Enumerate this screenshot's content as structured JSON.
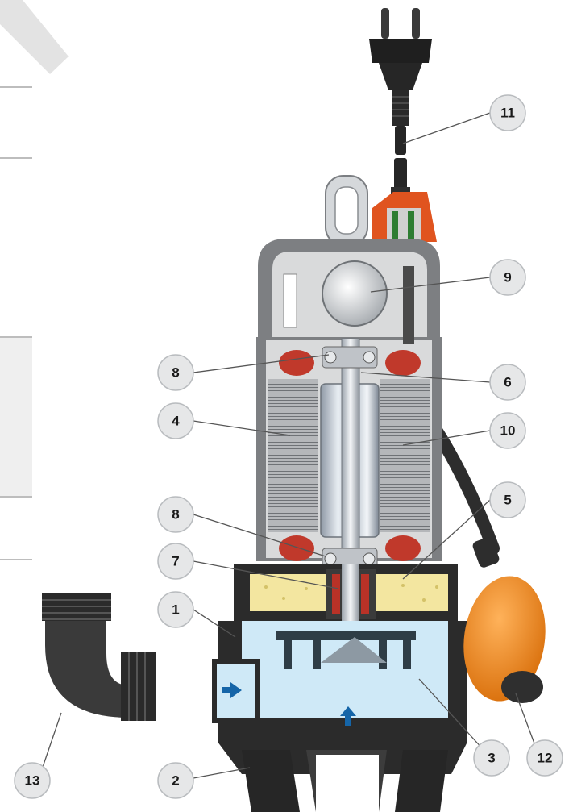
{
  "diagram": {
    "callouts": [
      {
        "id": "c11",
        "label": "11"
      },
      {
        "id": "c9",
        "label": "9"
      },
      {
        "id": "c8a",
        "label": "8"
      },
      {
        "id": "c6",
        "label": "6"
      },
      {
        "id": "c4",
        "label": "4"
      },
      {
        "id": "c10",
        "label": "10"
      },
      {
        "id": "c5",
        "label": "5"
      },
      {
        "id": "c8b",
        "label": "8"
      },
      {
        "id": "c7",
        "label": "7"
      },
      {
        "id": "c1",
        "label": "1"
      },
      {
        "id": "c3",
        "label": "3"
      },
      {
        "id": "c12",
        "label": "12"
      },
      {
        "id": "c13",
        "label": "13"
      },
      {
        "id": "c2",
        "label": "2"
      }
    ],
    "colors": {
      "body_dark": "#2b2b2b",
      "casing_gray": "#7d7f82",
      "motor_cavity": "#d9dadb",
      "stator_lines": "#8a8a8a",
      "winding_red": "#c0392b",
      "oil_yellow": "#f3e6a0",
      "water_blue": "#cfe9f7",
      "arrow_blue": "#1565a8",
      "float_orange": "#f08a1c",
      "callout_fill": "#e6e7e8"
    }
  }
}
